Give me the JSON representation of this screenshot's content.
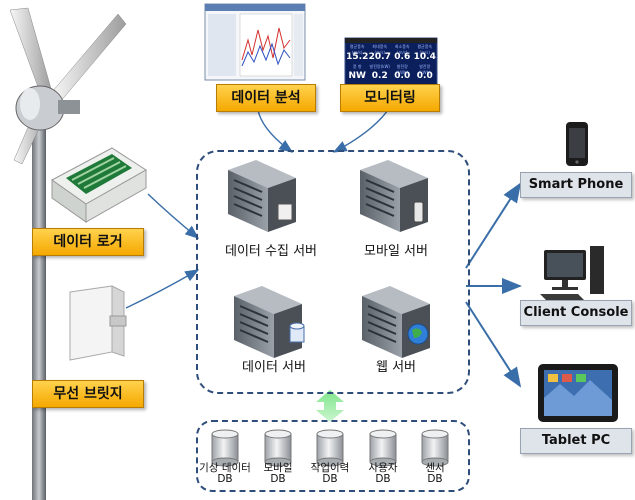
{
  "inputs": {
    "data_logger": "데이터 로거",
    "wireless_bridge": "무선 브릿지"
  },
  "top": {
    "data_analysis": "데이터 분석",
    "monitoring": "모니터링",
    "monitor_screen": {
      "headers": [
        "평균풍속(m/s)",
        "최대풍속(m/s)",
        "최소풍속(m/s)",
        "평균풍속(m/s)"
      ],
      "values": [
        "15.2",
        "20.7",
        "0.6",
        "10.4"
      ],
      "headers2": [
        "풍 향",
        "발전량(kW)",
        "발전량(kWh)",
        "발전량(kWh)"
      ],
      "values2": [
        "NW",
        "0.2",
        "0.0",
        "0.0"
      ]
    }
  },
  "servers": [
    {
      "label": "데이터 수집 서버"
    },
    {
      "label": "모바일 서버"
    },
    {
      "label": "데이터 서버"
    },
    {
      "label": "웹 서버"
    }
  ],
  "databases": [
    {
      "line1": "기상 데이터",
      "line2": "DB"
    },
    {
      "line1": "모바일",
      "line2": "DB"
    },
    {
      "line1": "작업이력",
      "line2": "DB"
    },
    {
      "line1": "사용자",
      "line2": "DB"
    },
    {
      "line1": "센서",
      "line2": "DB"
    }
  ],
  "clients": {
    "smart_phone": "Smart Phone",
    "client_console": "Client Console",
    "tablet_pc": "Tablet PC"
  },
  "colors": {
    "arrow": "#3a6ea8",
    "panel_border": "#2f4d7a",
    "orange": "#f5a800",
    "gray_label": "#dfe3ea"
  }
}
